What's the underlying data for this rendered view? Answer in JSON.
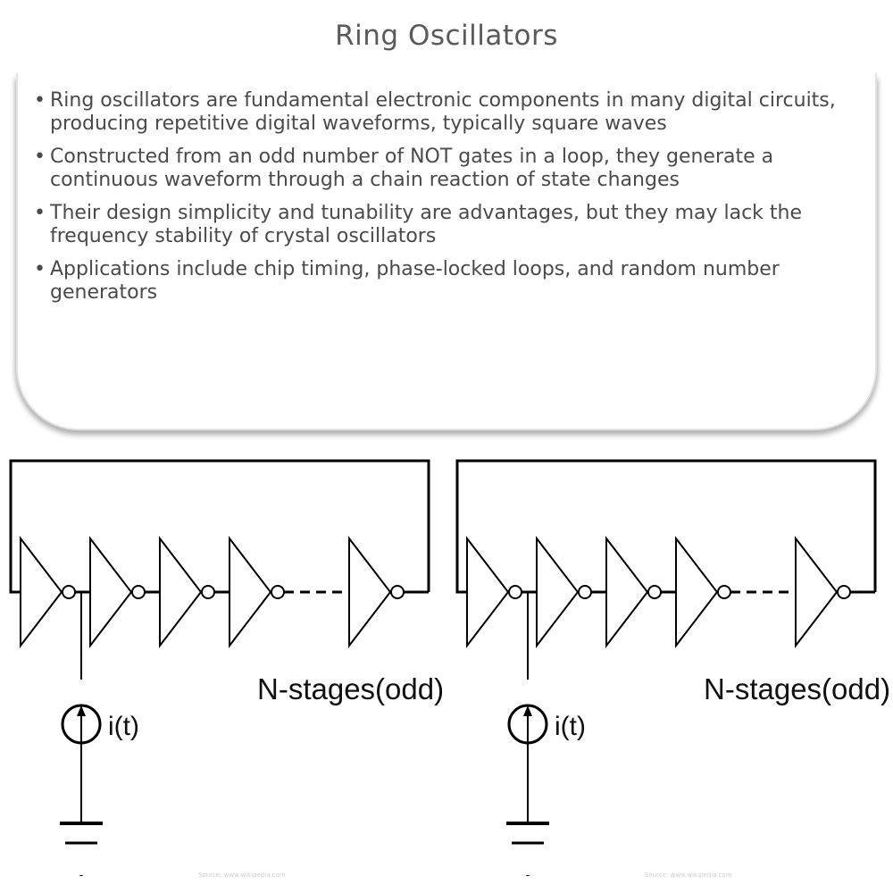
{
  "title": "Ring Oscillators",
  "bullets": [
    "Ring oscillators are fundamental electronic components in many digital circuits, producing repetitive digital waveforms, typically square waves",
    "Constructed from an odd number of NOT gates in a loop, they generate a continuous waveform through a chain reaction of state changes",
    "Their design simplicity and tunability are advantages, but they may lack the frequency stability of crystal oscillators",
    "Applications include chip timing, phase-locked loops, and random number generators"
  ],
  "diagram": {
    "stages_label": "N-stages(odd)",
    "source_label": "i(t)",
    "ground_symbol": "-",
    "visible_inverters": 5
  },
  "watermarks": {
    "left": "Source: www.wikipedia.com",
    "right": "Source: www.wikipedia.com"
  }
}
